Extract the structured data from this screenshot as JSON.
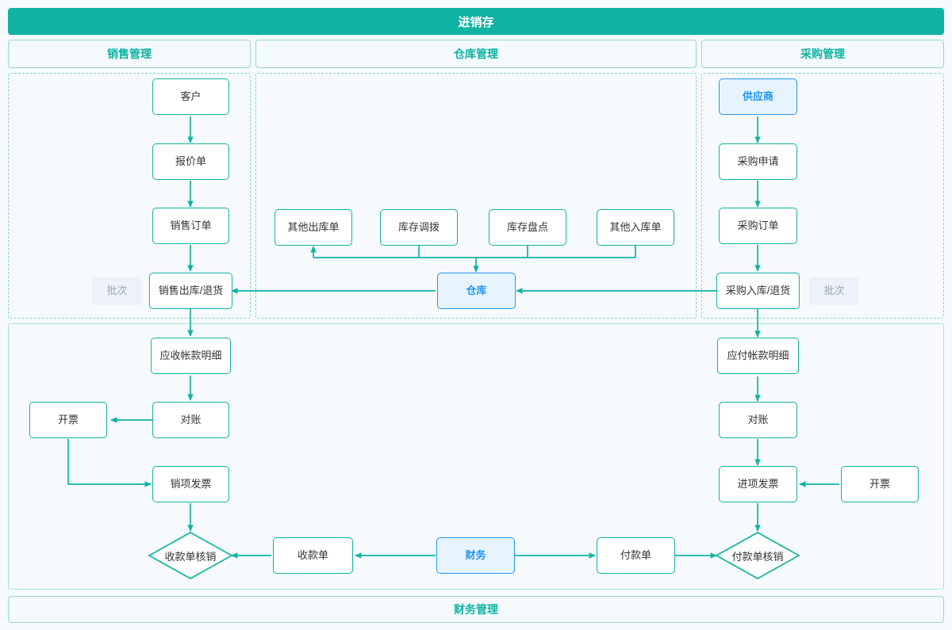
{
  "title": "进销存",
  "sections": [
    {
      "key": "sales",
      "label": "销售管理"
    },
    {
      "key": "warehouse",
      "label": "仓库管理"
    },
    {
      "key": "purchase",
      "label": "采购管理"
    }
  ],
  "footer": {
    "label": "财务管理"
  },
  "colors": {
    "accent_teal": "#0fb3a3",
    "node_teal_border": "#10b3a4",
    "accent_blue": "#2196f3",
    "blue_fill": "#e8f4fd",
    "banner_sub_fill": "#f4f9fd",
    "chip_fill": "#edf2f8",
    "chip_text": "#9aa7b4",
    "page_bg": "#f7fafc",
    "region_dashed": "#7fd3cb",
    "region_solid": "#a8e0da",
    "text": "#333333"
  },
  "nodes": {
    "customer": {
      "label": "客户",
      "style": "teal"
    },
    "quotation": {
      "label": "报价单",
      "style": "teal"
    },
    "sales_order": {
      "label": "销售订单",
      "style": "teal"
    },
    "sales_out": {
      "label": "销售出库/退货",
      "style": "teal"
    },
    "batch_left": {
      "label": "批次",
      "style": "chip"
    },
    "other_out": {
      "label": "其他出库单",
      "style": "teal"
    },
    "stock_transfer": {
      "label": "库存调拨",
      "style": "teal"
    },
    "stock_check": {
      "label": "库存盘点",
      "style": "teal"
    },
    "other_in": {
      "label": "其他入库单",
      "style": "teal"
    },
    "warehouse": {
      "label": "仓库",
      "style": "blue"
    },
    "supplier": {
      "label": "供应商",
      "style": "blue"
    },
    "purchase_request": {
      "label": "采购申请",
      "style": "teal"
    },
    "purchase_order": {
      "label": "采购订单",
      "style": "teal"
    },
    "purchase_in": {
      "label": "采购入库/退货",
      "style": "teal"
    },
    "batch_right": {
      "label": "批次",
      "style": "chip"
    },
    "receivable": {
      "label": "应收帐款明细",
      "style": "teal"
    },
    "reconcile_left": {
      "label": "对账",
      "style": "teal"
    },
    "invoice_left": {
      "label": "开票",
      "style": "teal"
    },
    "output_invoice": {
      "label": "销项发票",
      "style": "teal"
    },
    "receipt_writeoff": {
      "label": "收款单核销",
      "style": "diamond"
    },
    "receipt_note": {
      "label": "收款单",
      "style": "teal"
    },
    "finance": {
      "label": "财务",
      "style": "blue"
    },
    "payment_note": {
      "label": "付款单",
      "style": "teal"
    },
    "payment_writeoff": {
      "label": "付款单核销",
      "style": "diamond"
    },
    "input_invoice": {
      "label": "进项发票",
      "style": "teal"
    },
    "invoice_right": {
      "label": "开票",
      "style": "teal"
    },
    "reconcile_right": {
      "label": "对账",
      "style": "teal"
    },
    "payable": {
      "label": "应付帐款明细",
      "style": "teal"
    }
  },
  "flows": [
    {
      "from": "customer",
      "to": "quotation"
    },
    {
      "from": "quotation",
      "to": "sales_order"
    },
    {
      "from": "sales_order",
      "to": "sales_out"
    },
    {
      "from": "sales_out",
      "to": "receivable"
    },
    {
      "from": "receivable",
      "to": "reconcile_left"
    },
    {
      "from": "reconcile_left",
      "to": "invoice_left"
    },
    {
      "from": "invoice_left",
      "to": "output_invoice"
    },
    {
      "from": "output_invoice",
      "to": "receipt_writeoff"
    },
    {
      "from": "receipt_note",
      "to": "receipt_writeoff"
    },
    {
      "from": "finance",
      "to": "receipt_note"
    },
    {
      "from": "finance",
      "to": "payment_note"
    },
    {
      "from": "payment_note",
      "to": "payment_writeoff"
    },
    {
      "from": "input_invoice",
      "to": "payment_writeoff"
    },
    {
      "from": "invoice_right",
      "to": "input_invoice"
    },
    {
      "from": "reconcile_right",
      "to": "input_invoice"
    },
    {
      "from": "payable",
      "to": "reconcile_right"
    },
    {
      "from": "purchase_in",
      "to": "payable"
    },
    {
      "from": "supplier",
      "to": "purchase_request"
    },
    {
      "from": "purchase_request",
      "to": "purchase_order"
    },
    {
      "from": "purchase_order",
      "to": "purchase_in"
    },
    {
      "from": "warehouse",
      "to": "sales_out"
    },
    {
      "from": "purchase_in",
      "to": "warehouse"
    },
    {
      "from": "stock_transfer",
      "to": "warehouse"
    },
    {
      "from": "stock_check",
      "to": "warehouse"
    },
    {
      "from": "other_in",
      "to": "warehouse"
    },
    {
      "from": "warehouse",
      "to": "other_out"
    }
  ]
}
